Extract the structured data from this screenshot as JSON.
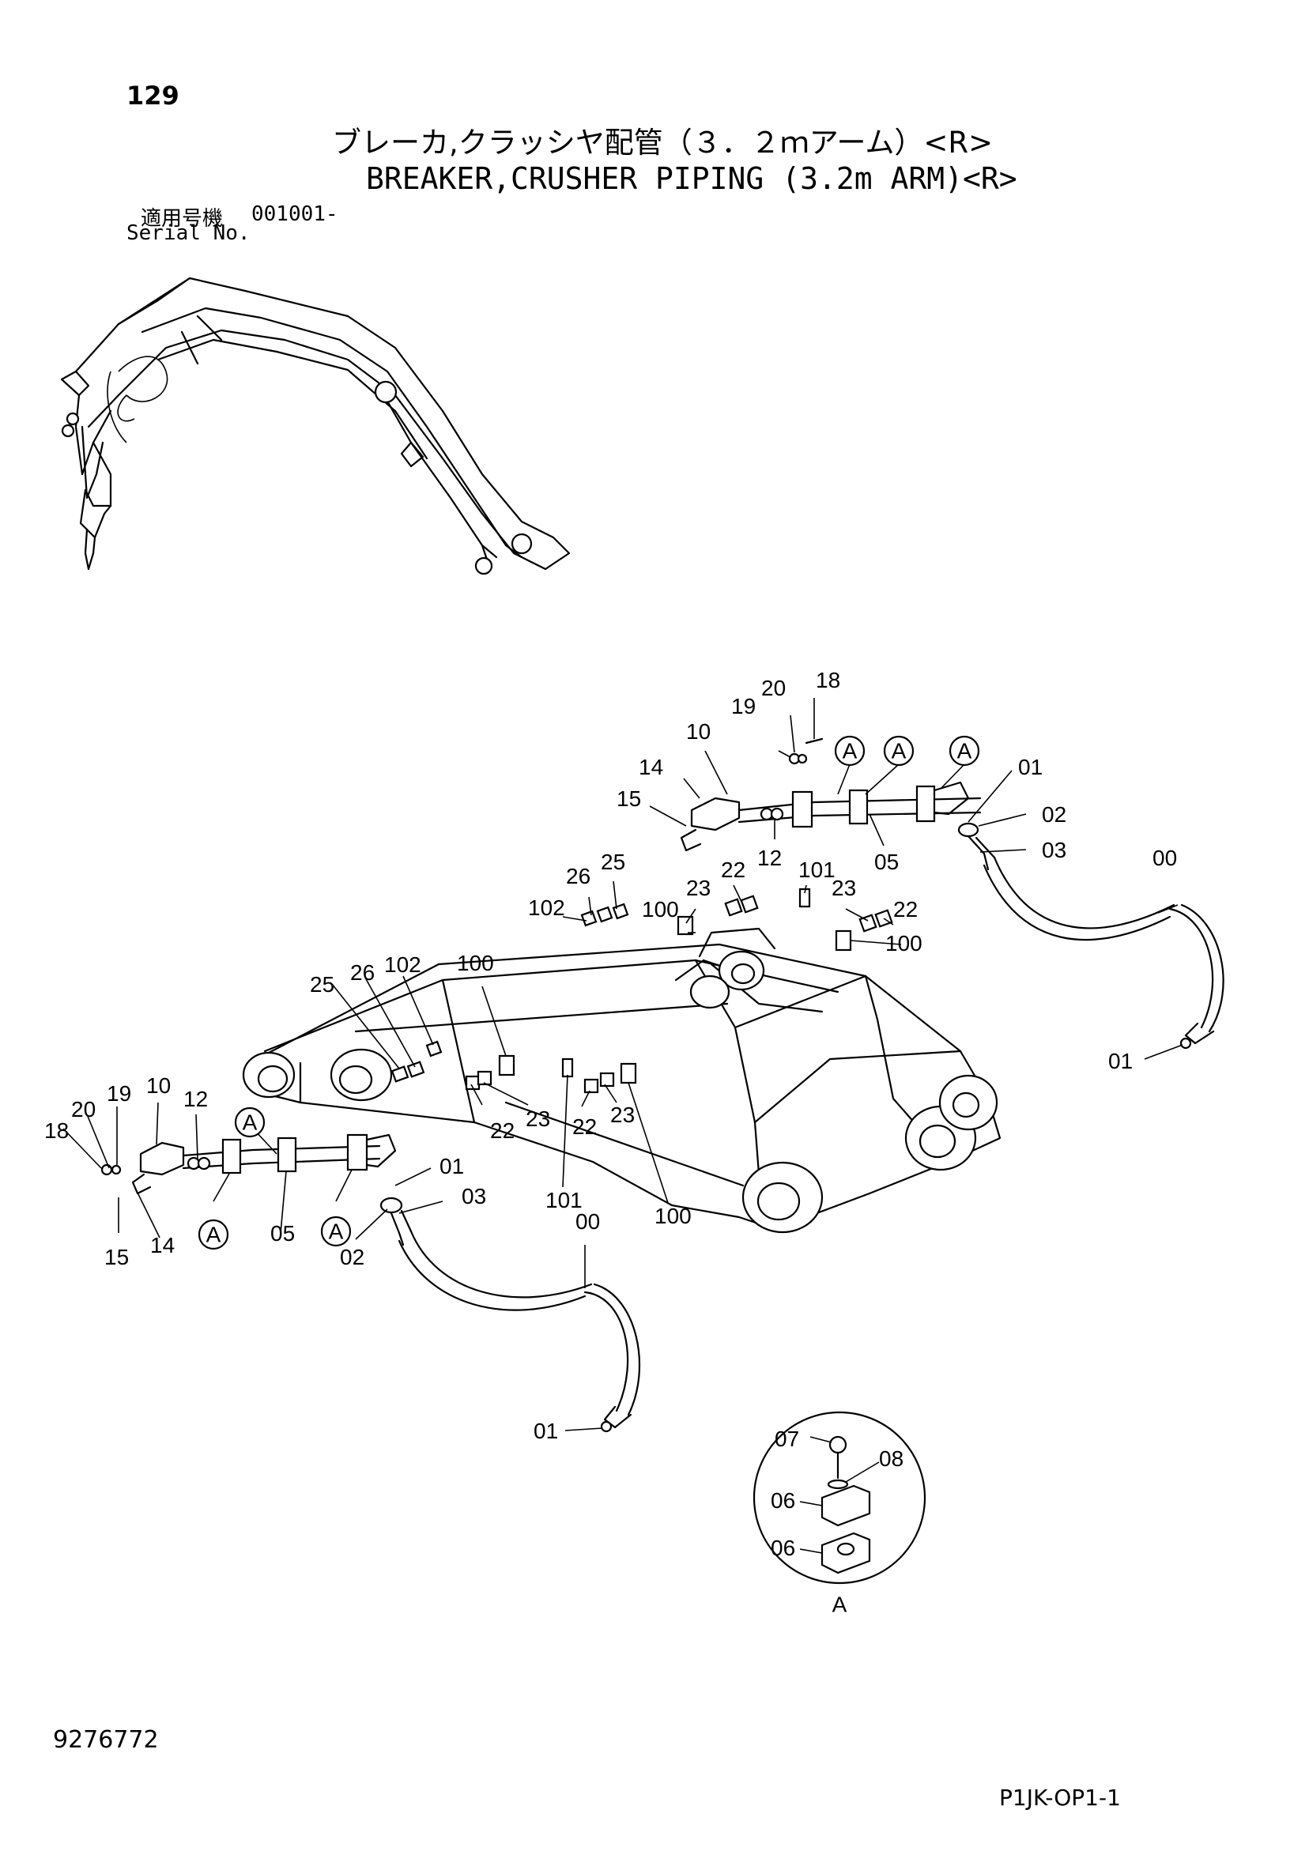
{
  "header": {
    "page_number": "129",
    "title_ja": "ブレーカ,クラッシヤ配管（３．２ｍアーム）<R>",
    "title_en": "BREAKER,CRUSHER PIPING (3.2m ARM)<R>",
    "serial_label_ja": "適用号機",
    "serial_value": "001001-",
    "serial_label_en": "Serial No."
  },
  "callouts": {
    "top": [
      "18",
      "20",
      "19",
      "10",
      "14",
      "15",
      "12",
      "05",
      "01",
      "02",
      "03",
      "00",
      "01"
    ],
    "clamps_top": [
      "26",
      "25",
      "102",
      "22",
      "23",
      "101",
      "23",
      "22",
      "100",
      "100"
    ],
    "clamps_mid": [
      "25",
      "26",
      "102",
      "100",
      "22",
      "23",
      "22",
      "23",
      "101",
      "100"
    ],
    "left": [
      "18",
      "20",
      "19",
      "10",
      "12",
      "14",
      "15",
      "05",
      "01",
      "03",
      "02",
      "00",
      "01"
    ],
    "detail": [
      "07",
      "08",
      "06",
      "06"
    ],
    "ref_letter": "A"
  },
  "footer": {
    "doc_number": "9276772",
    "page_code": "P1JK-OP1-1"
  }
}
